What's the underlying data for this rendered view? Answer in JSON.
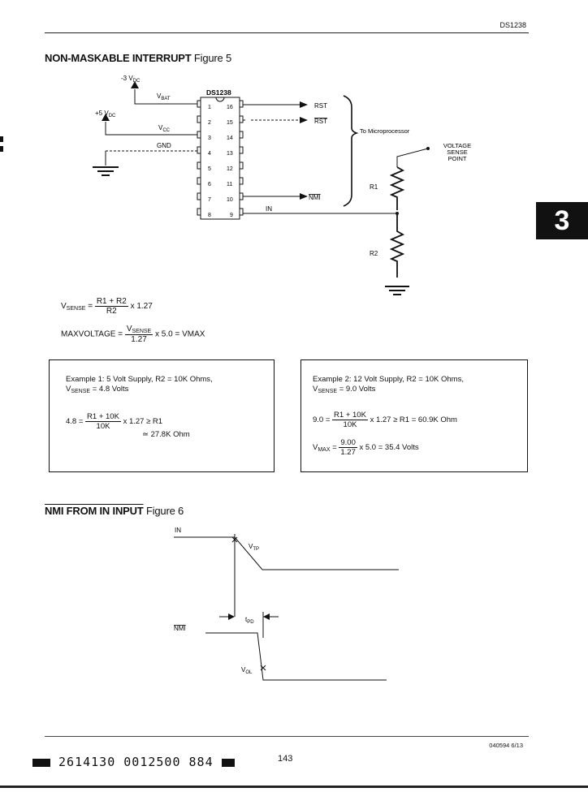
{
  "header": {
    "part_number": "DS1238"
  },
  "section1": {
    "title": "NON-MASKABLE INTERRUPT",
    "figure": "Figure 5"
  },
  "section2": {
    "title": "NMI FROM IN INPUT",
    "figure": "Figure 6"
  },
  "side_tab": "3",
  "fig5": {
    "chip_name": "DS1238",
    "supply_bat": "-3 V",
    "supply_bat_sub": "DC",
    "supply_cc": "+5 V",
    "supply_cc_sub": "DC",
    "vbat_label": "V",
    "vbat_sub": "BAT",
    "vcc_label": "V",
    "vcc_sub": "CC",
    "gnd_label": "GND",
    "pins_left": [
      "1",
      "2",
      "3",
      "4",
      "5",
      "6",
      "7",
      "8"
    ],
    "pins_right": [
      "16",
      "15",
      "14",
      "13",
      "12",
      "11",
      "10",
      "9"
    ],
    "rst": "RST",
    "rst_bar": "RST",
    "to_micro": "To Microprocessor",
    "nmi": "NMI",
    "in": "IN",
    "r1": "R1",
    "r2": "R2",
    "vsp_1": "VOLTAGE",
    "vsp_2": "SENSE",
    "vsp_3": "POINT"
  },
  "formulas": {
    "vsense_lhs": "V",
    "vsense_sub": "SENSE",
    "vsense_num": "R1 + R2",
    "vsense_den": "R2",
    "vsense_mult": "x 1.27",
    "maxv_lhs": "MAXVOLTAGE =",
    "maxv_num": "V",
    "maxv_num_sub": "SENSE",
    "maxv_den": "1.27",
    "maxv_rhs": "x 5.0 = VMAX"
  },
  "example1": {
    "line1": "Example 1:  5 Volt Supply, R2 = 10K Ohms,",
    "line2_a": "V",
    "line2_sub": "SENSE",
    "line2_b": "= 4.8 Volts",
    "calc_lhs": "4.8 =",
    "calc_num": "R1 + 10K",
    "calc_den": "10K",
    "calc_rhs": "x  1.27 ≥ R1",
    "result": "≃ 27.8K Ohm"
  },
  "example2": {
    "line1": "Example 2:  12 Volt Supply, R2 = 10K Ohms,",
    "line2_a": "V",
    "line2_sub": "SENSE",
    "line2_b": "= 9.0 Volts",
    "calc_lhs": "9.0 =",
    "calc_num": "R1 + 10K",
    "calc_den": "10K",
    "calc_rhs": "x  1.27 ≥ R1 = 60.9K Ohm",
    "vmax_lhs": "V",
    "vmax_sub": "MAX",
    "vmax_eq": "=",
    "vmax_num": "9.00",
    "vmax_den": "1.27",
    "vmax_rhs": "x  5.0  = 35.4 Volts"
  },
  "fig6": {
    "in": "IN",
    "vtp": "V",
    "vtp_sub": "TP",
    "tpd": "t",
    "tpd_sub": "PD",
    "nmi": "NMI",
    "vol": "V",
    "vol_sub": "OL"
  },
  "footer": {
    "barcode": "2614130 0012500 884",
    "page": "143",
    "doc_code": "040594 6/13"
  }
}
